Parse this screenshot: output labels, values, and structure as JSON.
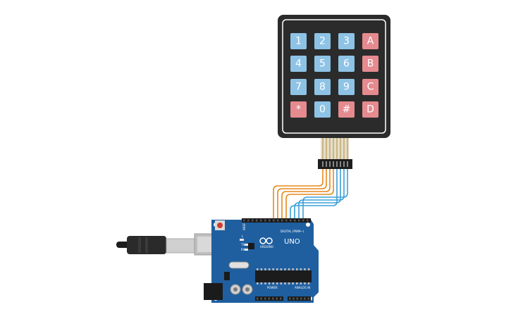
{
  "keypad": {
    "rows": [
      [
        {
          "label": "1",
          "type": "num"
        },
        {
          "label": "2",
          "type": "num"
        },
        {
          "label": "3",
          "type": "num"
        },
        {
          "label": "A",
          "type": "letter"
        }
      ],
      [
        {
          "label": "4",
          "type": "num"
        },
        {
          "label": "5",
          "type": "num"
        },
        {
          "label": "6",
          "type": "num"
        },
        {
          "label": "B",
          "type": "letter"
        }
      ],
      [
        {
          "label": "7",
          "type": "num"
        },
        {
          "label": "8",
          "type": "num"
        },
        {
          "label": "9",
          "type": "num"
        },
        {
          "label": "C",
          "type": "letter"
        }
      ],
      [
        {
          "label": "*",
          "type": "letter"
        },
        {
          "label": "0",
          "type": "num"
        },
        {
          "label": "#",
          "type": "letter"
        },
        {
          "label": "D",
          "type": "letter"
        }
      ]
    ]
  },
  "arduino": {
    "model": "UNO",
    "brand": "ARDUINO",
    "digital_label": "DIGITAL (PWM~)",
    "power_label": "POWER",
    "analog_label": "ANALOG IN",
    "aref_label": "AREF",
    "gnd_label": "GND",
    "tx_label": "TX",
    "rx_label": "RX",
    "l_label": "L"
  },
  "colors": {
    "board": "#1f5fa0",
    "keypad_body": "#2b2b2b",
    "key_num": "#8ec3e6",
    "key_letter": "#e58a8f",
    "wire_orange": "#e8891c",
    "wire_blue": "#3aa0d8"
  }
}
